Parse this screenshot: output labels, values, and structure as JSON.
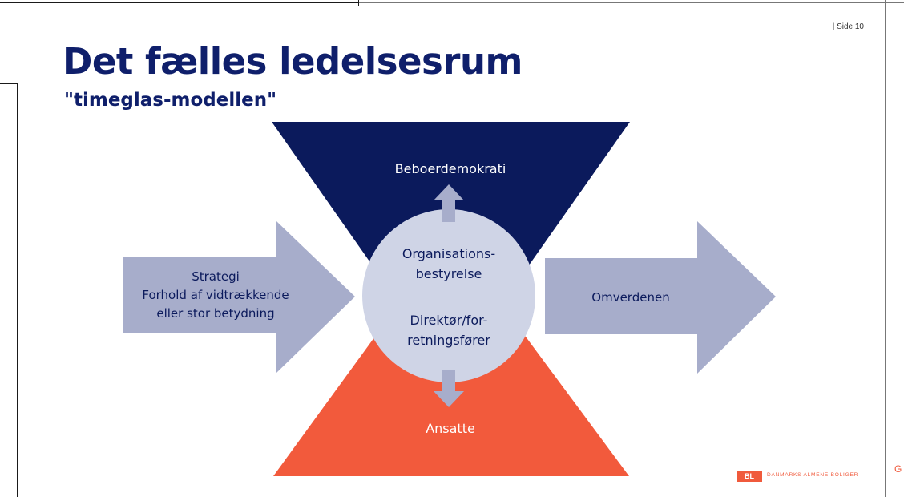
{
  "slide": {
    "title": "Det fælles ledelsesrum",
    "subtitle": "\"timeglas-modellen\"",
    "page_number": "| Side 10"
  },
  "diagram": {
    "top_label": "Beboerdemokrati",
    "bottom_label": "Ansatte",
    "center_lines": [
      "Organisations-",
      "bestyrelse",
      "Direktør/for-",
      "retningsfører"
    ],
    "left_arrow_lines": [
      "Strategi",
      "Forhold af vidtrækkende",
      "eller stor betydning"
    ],
    "right_arrow_label": "Omverdenen"
  },
  "logo": {
    "mark": "BL",
    "text": "DANMARKS ALMENE BOLIGER"
  },
  "edge_letter": "G",
  "colors": {
    "navy": "#0b1a5c",
    "orange": "#f05a3c",
    "arrow_grey": "#a7adcb",
    "circle_grey": "#cfd4e6",
    "title_blue": "#0f1f6b"
  }
}
